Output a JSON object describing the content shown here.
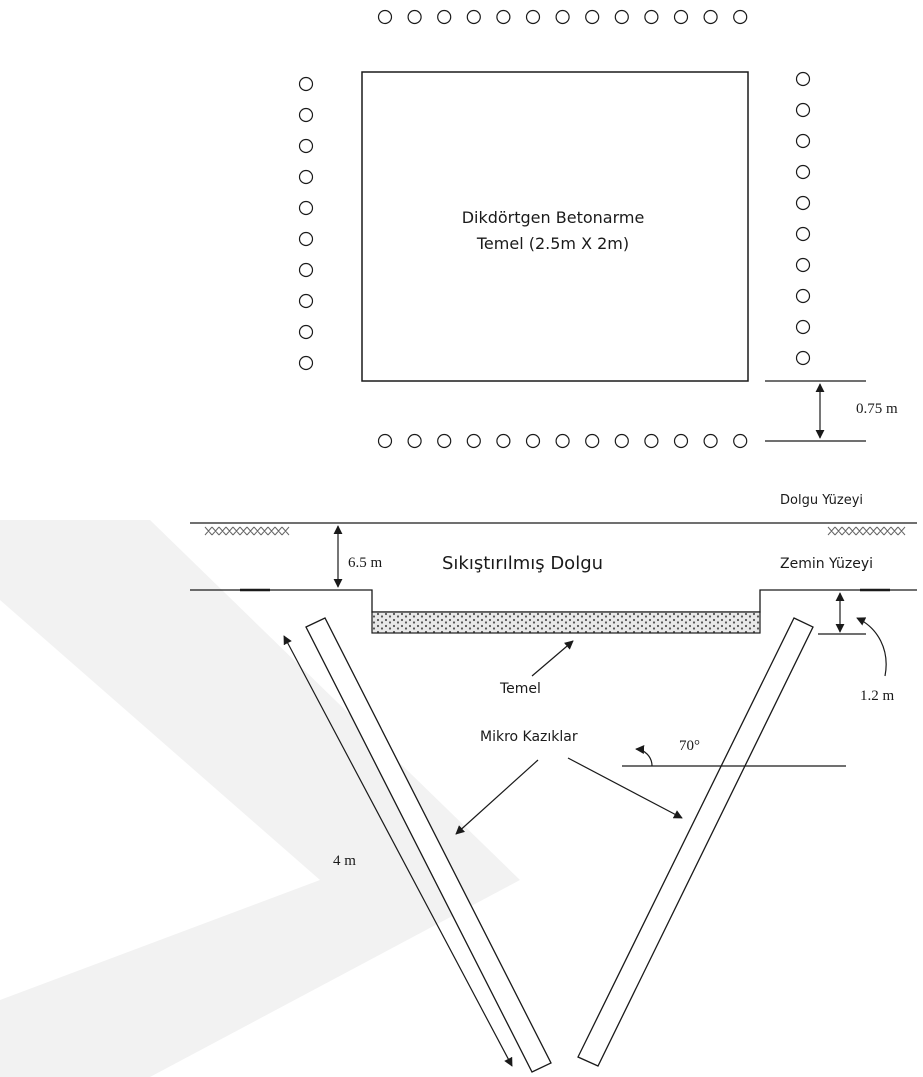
{
  "plan_view": {
    "footing_label_line1": "Dikdörtgen Betonarme",
    "footing_label_line2": "Temel (2.5m X 2m)",
    "offset_dimension": "0.75 m",
    "pile_counts": {
      "top_row": 13,
      "bottom_row": 13,
      "left_column": 10,
      "right_column": 10
    }
  },
  "section_view": {
    "fill_surface_label": "Dolgu Yüzeyi",
    "ground_surface_label": "Zemin Yüzeyi",
    "compacted_fill_label": "Sıkıştırılmış Dolgu",
    "fill_depth_dimension": "6.5 m",
    "footing_depth_dimension": "1.2 m",
    "foundation_label": "Temel",
    "micropiles_label": "Mikro Kazıklar",
    "pile_length_dimension": "4 m",
    "pile_angle": "70°"
  },
  "colors": {
    "line": "#1a1a1a",
    "watermark": "#f2f2f2",
    "hatch": "#666666"
  }
}
